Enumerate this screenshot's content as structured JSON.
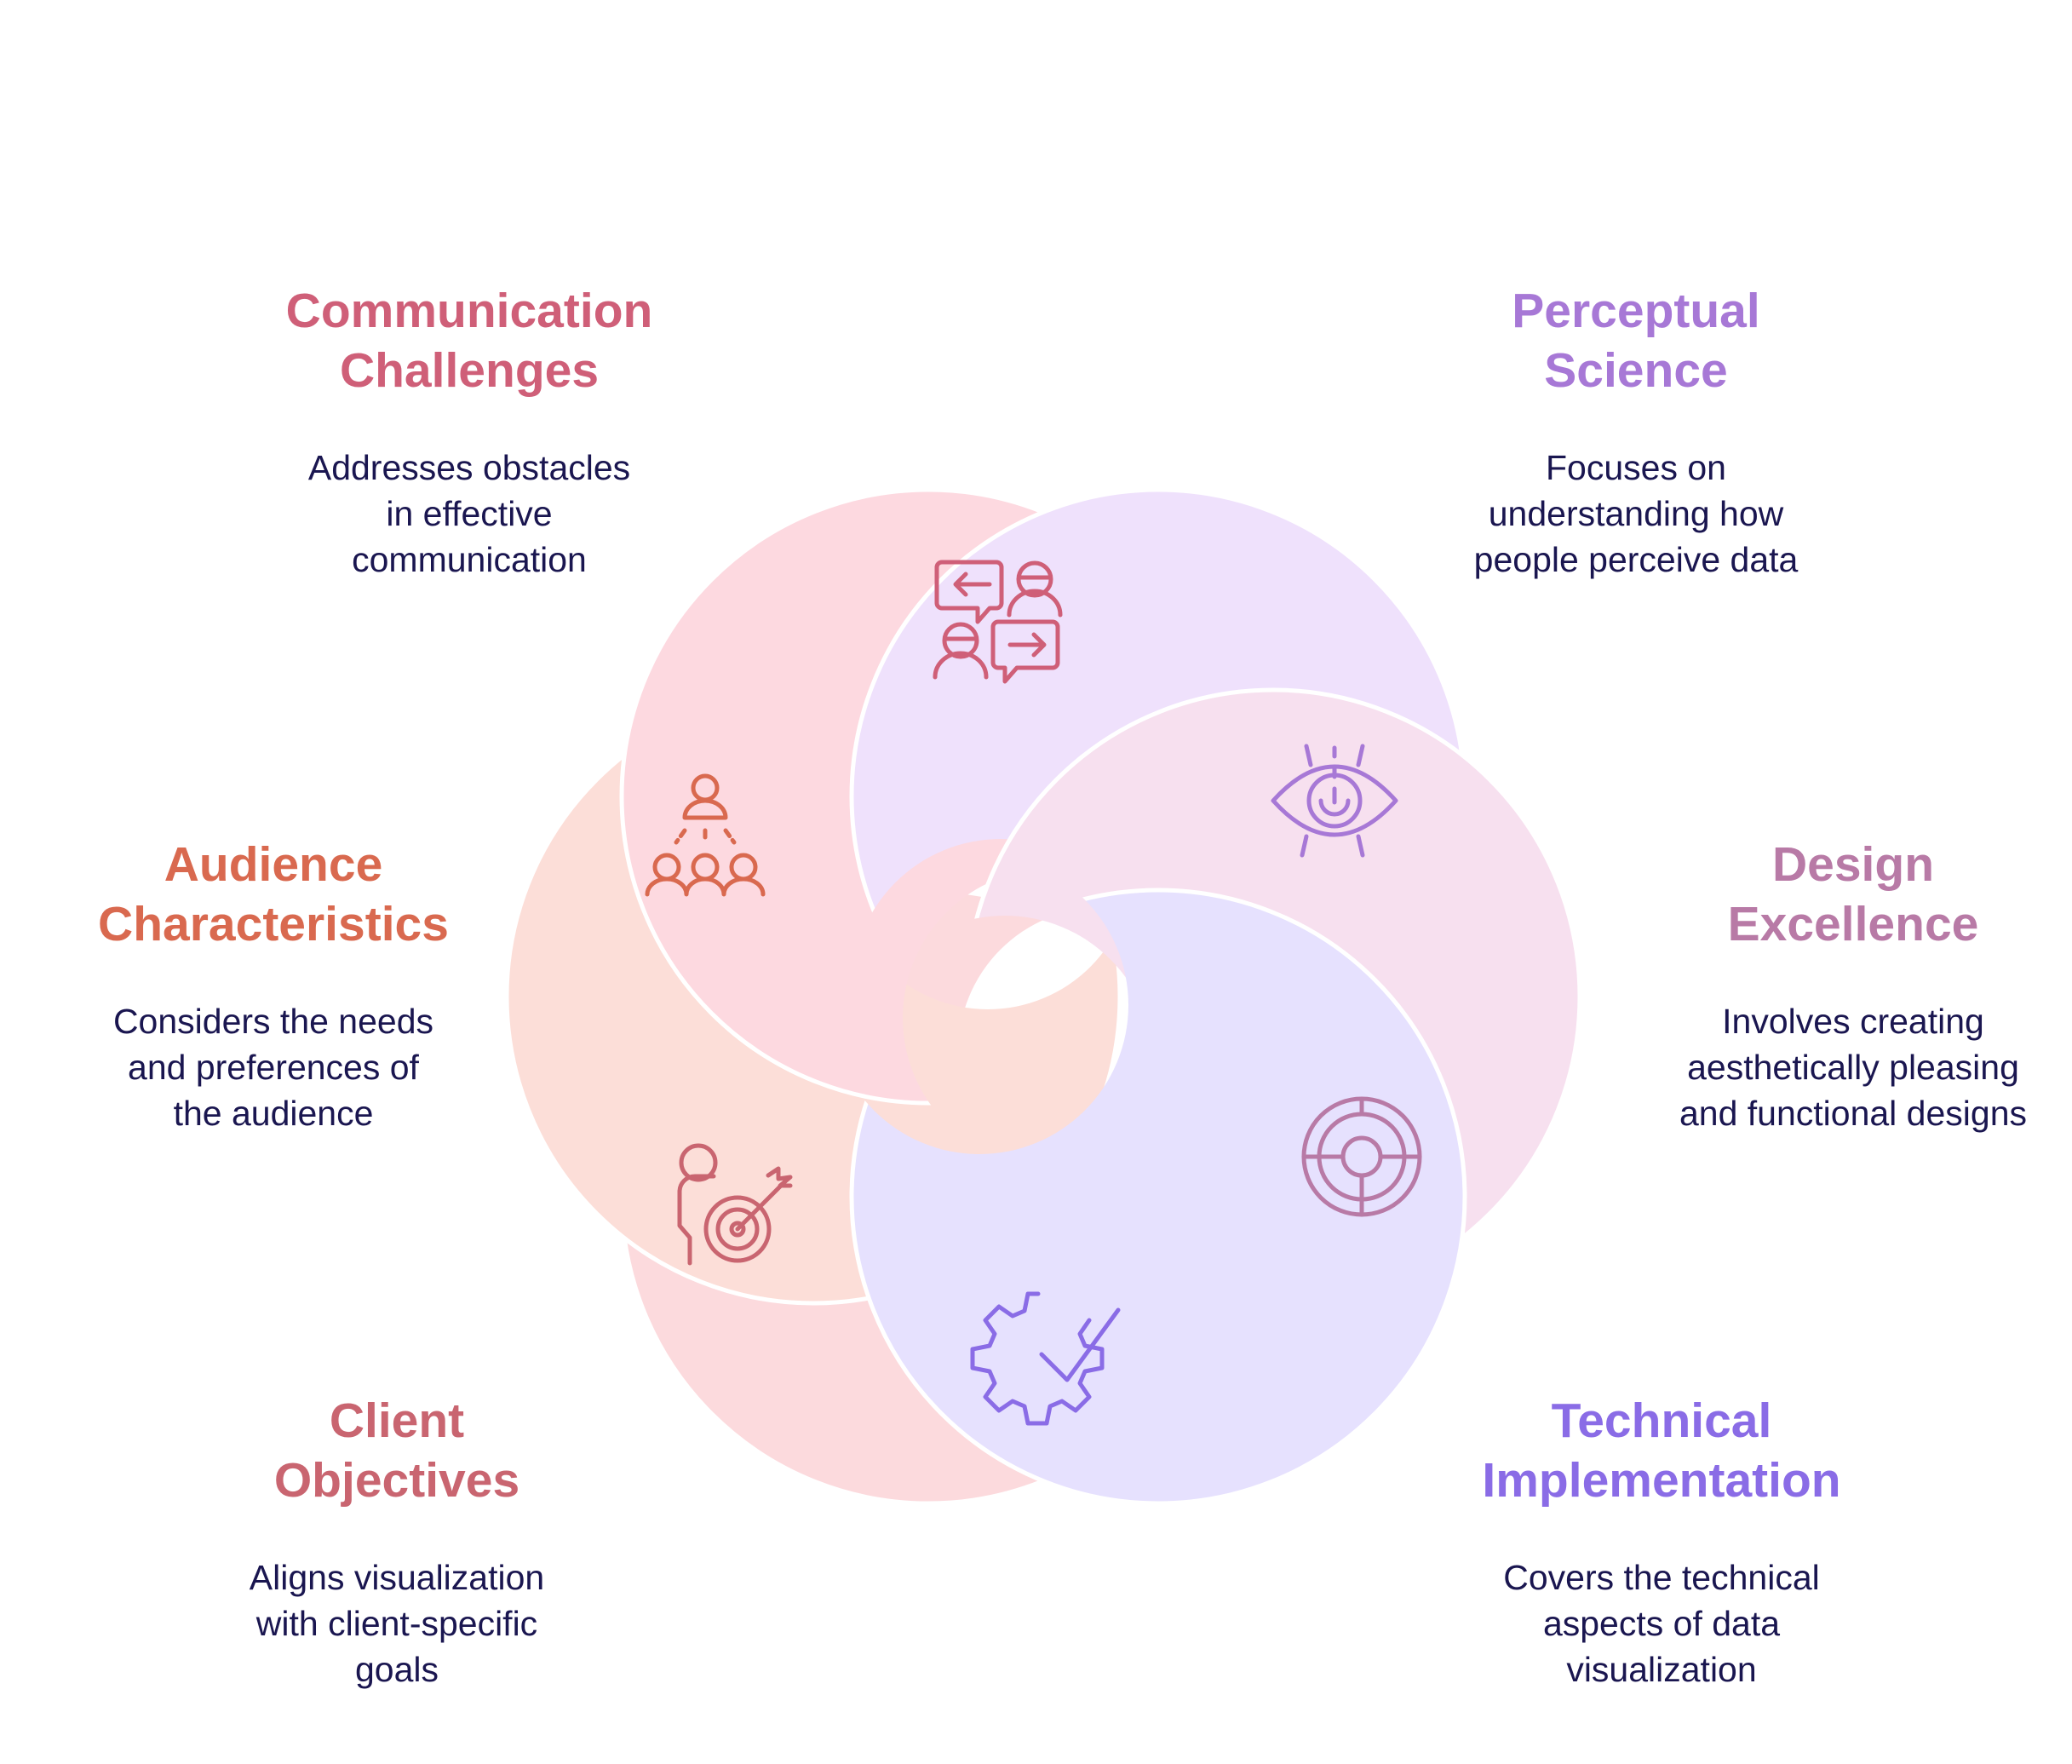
{
  "colors": {
    "communication": "#cf5f78",
    "perceptual": "#a778d6",
    "audience": "#d9694f",
    "design": "#b87aa6",
    "client": "#c96570",
    "technical": "#8a6ce6",
    "description": "#1a1650"
  },
  "petals": [
    {
      "key": "client",
      "fill": "#fcdadd",
      "icon": "person-target-icon"
    },
    {
      "key": "audience",
      "fill": "#fcded8",
      "icon": "team-hierarchy-icon"
    },
    {
      "key": "communication",
      "fill": "#fdd9e0",
      "icon": "chat-exchange-icon"
    },
    {
      "key": "perceptual",
      "fill": "#efe1fc",
      "icon": "eye-icon"
    },
    {
      "key": "design",
      "fill": "#f7e0ef",
      "icon": "maze-circle-icon"
    },
    {
      "key": "technical",
      "fill": "#e6e1fe",
      "icon": "gear-check-icon"
    }
  ],
  "sections": {
    "communication": {
      "title": "Communication\nChallenges",
      "description": "Addresses obstacles\nin effective\ncommunication"
    },
    "perceptual": {
      "title": "Perceptual\nScience",
      "description": "Focuses on\nunderstanding how\npeople perceive data"
    },
    "audience": {
      "title": "Audience\nCharacteristics",
      "description": "Considers the needs\nand preferences of\nthe audience"
    },
    "design": {
      "title": "Design\nExcellence",
      "description": "Involves creating\naesthetically pleasing\nand functional designs"
    },
    "client": {
      "title": "Client\nObjectives",
      "description": "Aligns visualization\nwith client-specific\ngoals"
    },
    "technical": {
      "title": "Technical\nImplementation",
      "description": "Covers the technical\naspects of data\nvisualization"
    }
  }
}
